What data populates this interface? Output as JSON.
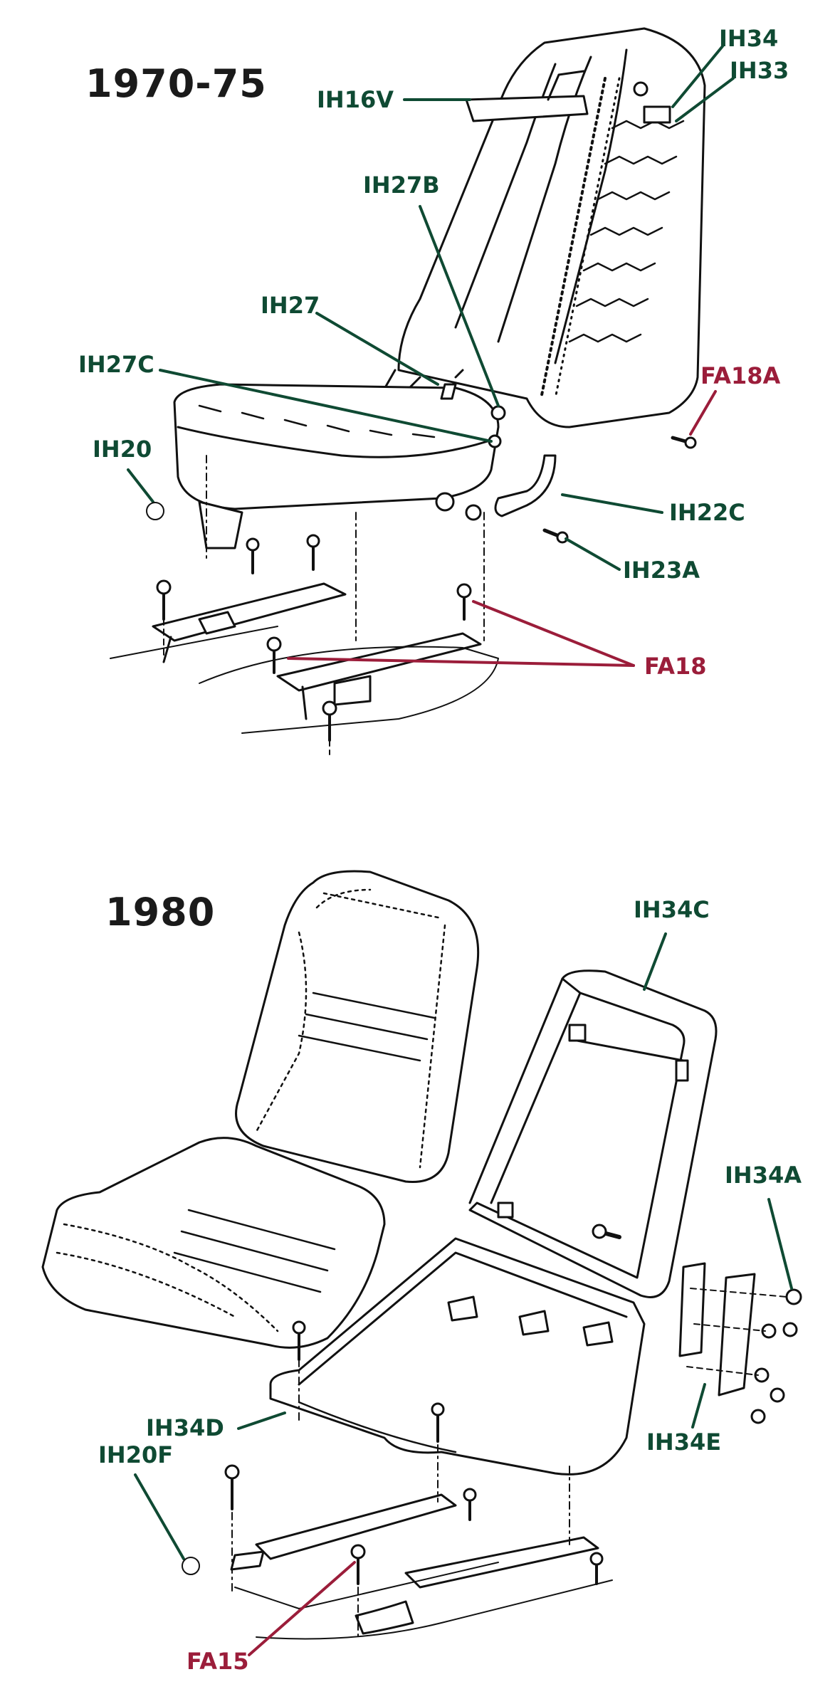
{
  "diagram_1970": {
    "title": "1970-75",
    "callouts": {
      "ih34": "IH34",
      "ih33": "IH33",
      "ih16v": "IH16V",
      "ih27b": "IH27B",
      "ih27": "IH27",
      "ih27c": "IH27C",
      "fa18a": "FA18A",
      "ih20": "IH20",
      "ih22c": "IH22C",
      "ih23a": "IH23A",
      "fa18": "FA18"
    }
  },
  "diagram_1980": {
    "title": "1980",
    "callouts": {
      "ih34c": "IH34C",
      "ih34a": "IH34A",
      "ih34d": "IH34D",
      "ih20f": "IH20F",
      "ih34e": "IH34E",
      "fa15": "FA15"
    }
  },
  "colors": {
    "green_label": "#0f4a33",
    "red_label": "#9b1d3a",
    "line_art": "#111111"
  }
}
